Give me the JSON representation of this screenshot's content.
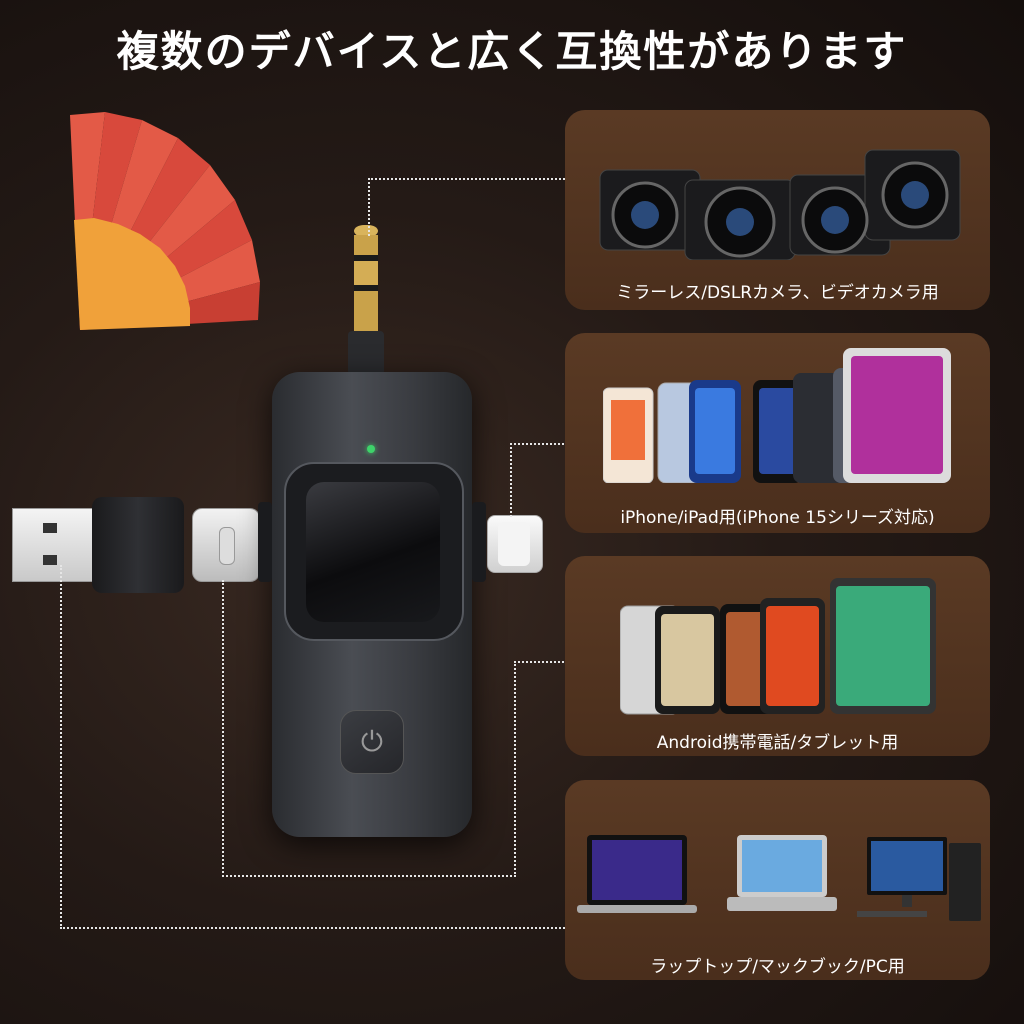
{
  "title": "複数のデバイスと広く互換性があります",
  "panels": [
    {
      "caption": "ミラーレス/DSLRカメラ、ビデオカメラ用"
    },
    {
      "caption": "iPhone/iPad用(iPhone 15シリーズ対応)"
    },
    {
      "caption": "Android携帯電話/タブレット用"
    },
    {
      "caption": "ラップトップ/マックブック/PC用"
    }
  ],
  "colors": {
    "panel": "#5a3a24",
    "background": "#241a16",
    "led": "#3ed36a",
    "fan_red": "#d8493c",
    "fan_orange": "#f0a13a"
  },
  "icons": {
    "power": "power-icon"
  }
}
